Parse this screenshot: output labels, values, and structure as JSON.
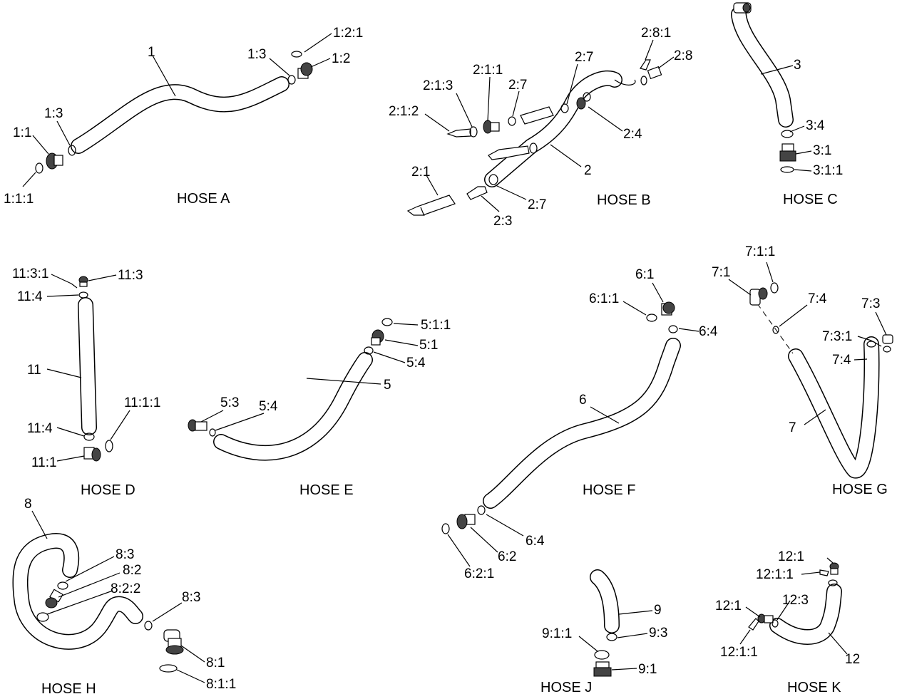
{
  "panels": [
    {
      "id": "a",
      "title": "HOSE A",
      "labels": [
        "1",
        "1:3",
        "1:2:1",
        "1:2",
        "1:3",
        "1:1",
        "1:1:1"
      ]
    },
    {
      "id": "b",
      "title": "HOSE B",
      "labels": [
        "2:1:1",
        "2:7",
        "2:8:1",
        "2:8",
        "2:1:3",
        "2:7",
        "2:1:2",
        "2:4",
        "2",
        "2:1",
        "2:7",
        "2:3"
      ]
    },
    {
      "id": "c",
      "title": "HOSE C",
      "labels": [
        "3",
        "3:4",
        "3:1",
        "3:1:1"
      ]
    },
    {
      "id": "d",
      "title": "HOSE D",
      "labels": [
        "11:3:1",
        "11:3",
        "11:4",
        "11",
        "11:1:1",
        "11:4",
        "11:1"
      ]
    },
    {
      "id": "e",
      "title": "HOSE E",
      "labels": [
        "5:1:1",
        "5:1",
        "5:4",
        "5",
        "5:3",
        "5:4"
      ]
    },
    {
      "id": "f",
      "title": "HOSE F",
      "labels": [
        "6:1",
        "6:1:1",
        "6:4",
        "6",
        "6:4",
        "6:2",
        "6:2:1"
      ]
    },
    {
      "id": "g",
      "title": "HOSE G",
      "labels": [
        "7:1:1",
        "7:1",
        "7:4",
        "7:3",
        "7:3:1",
        "7:4",
        "7"
      ]
    },
    {
      "id": "h",
      "title": "HOSE H",
      "labels": [
        "8",
        "8:3",
        "8:2",
        "8:2:2",
        "8:3",
        "8:1",
        "8:1:1"
      ]
    },
    {
      "id": "j",
      "title": "HOSE J",
      "labels": [
        "9",
        "9:3",
        "9:1:1",
        "9:1"
      ]
    },
    {
      "id": "k",
      "title": "HOSE K",
      "labels": [
        "12:1",
        "12:1:1",
        "12:3",
        "12:1",
        "12",
        "12:1:1"
      ]
    }
  ]
}
